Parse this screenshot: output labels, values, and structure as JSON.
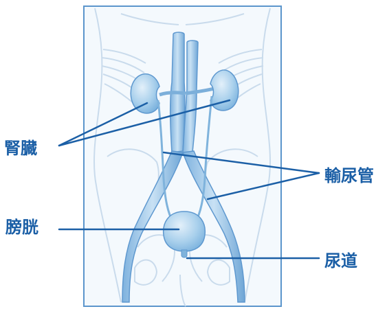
{
  "labels": {
    "kidney": "腎臓",
    "ureter": "輸尿管",
    "bladder": "膀胱",
    "urethra": "尿道"
  },
  "colors": {
    "line": "#1b5fa6",
    "organ_fill": "#9fc9e8",
    "organ_stroke": "#6ea3d4",
    "body_outline": "#c7d9eb",
    "frame_fill": "#f4f9fd"
  }
}
